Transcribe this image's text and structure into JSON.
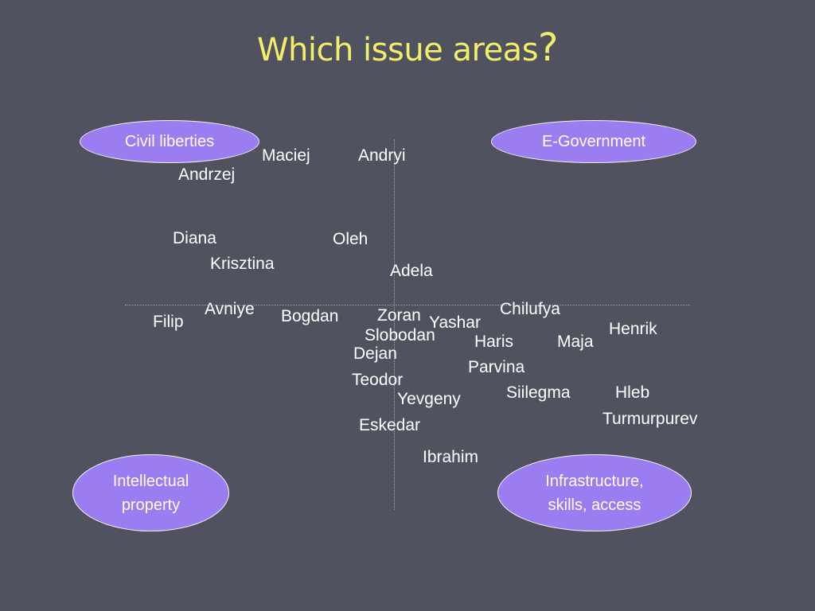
{
  "slide": {
    "title": "Which issue areas",
    "title_mark": "?",
    "colors": {
      "background": "#50525f",
      "title": "#f2ee6a",
      "oval_fill": "#9b7cf1",
      "oval_border": "#f4f4fb",
      "text": "#ffffff",
      "axis": "#9ea0aa"
    }
  },
  "quadrants": {
    "top_left": "Civil liberties",
    "top_right": "E-Government",
    "bottom_left": "Intellectual\nproperty",
    "bottom_right": "Infrastructure,\nskills, access"
  },
  "names": {
    "maciej": "Maciej",
    "andryi": "Andryi",
    "andrzej": "Andrzej",
    "diana": "Diana",
    "oleh": "Oleh",
    "krisztina": "Krisztina",
    "adela": "Adela",
    "avniye": "Avniye",
    "filip": "Filip",
    "bogdan": "Bogdan",
    "zoran": "Zoran",
    "yashar": "Yashar",
    "chilufya": "Chilufya",
    "henrik": "Henrik",
    "slobodan": "Slobodan",
    "haris": "Haris",
    "maja": "Maja",
    "dejan": "Dejan",
    "parvina": "Parvina",
    "teodor": "Teodor",
    "siilegma": "Siilegma",
    "hleb": "Hleb",
    "yevgeny": "Yevgeny",
    "turmurpurev": "Turmurpurev",
    "eskedar": "Eskedar",
    "ibrahim": "Ibrahim"
  }
}
